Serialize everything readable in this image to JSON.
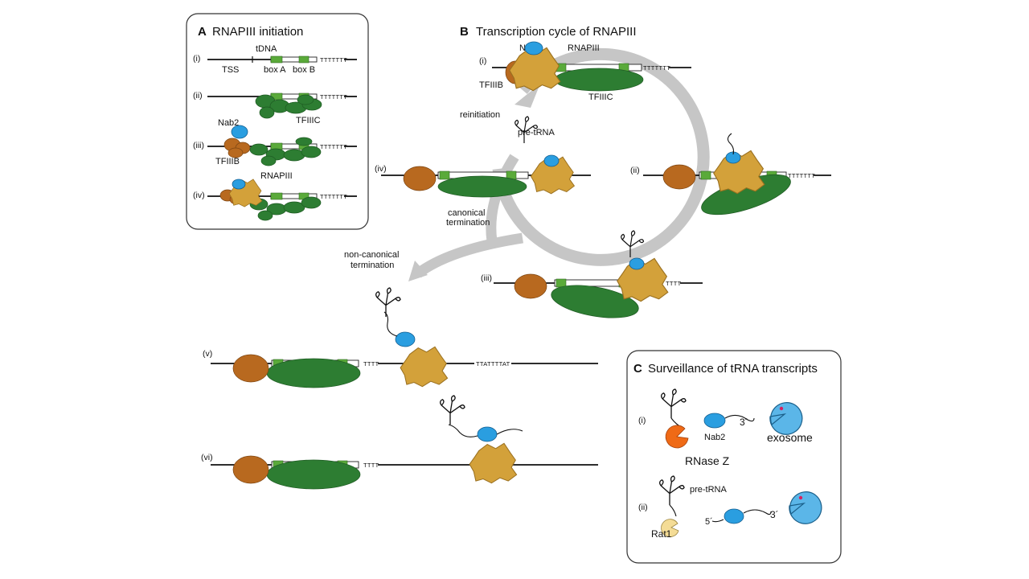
{
  "panel_a": {
    "letter": "A",
    "title": "RNAPIII initiation",
    "rows": [
      "(i)",
      "(ii)",
      "(iii)",
      "(iv)"
    ],
    "labels": {
      "tdna": "tDNA",
      "tss": "TSS",
      "box_a": "box A",
      "box_b": "box B",
      "tfiiic": "TFIIIC",
      "nab2": "Nab2",
      "tfiiib": "TFIIIB",
      "rnapiii": "RNAPIII"
    },
    "terminator": "TTTTTTT"
  },
  "panel_b": {
    "letter": "B",
    "title": "Transcription cycle of RNAPIII",
    "rows": [
      "(i)",
      "(ii)",
      "(iii)",
      "(iv)",
      "(v)",
      "(vi)"
    ],
    "labels": {
      "nab2": "Nab2",
      "rnapiii": "RNAPIII",
      "tfiiib": "TFIIIB",
      "tfiiic": "TFIIIC",
      "reinitiation": "reinitiation",
      "pre_trna": "pre-tRNA",
      "canonical_1": "canonical",
      "canonical_2": "termination",
      "noncanonical_1": "non-canonical",
      "noncanonical_2": "termination"
    },
    "terminators": {
      "t7": "TTTTTTT",
      "t4": "TTTT",
      "readthrough": "TTATTTTAT"
    }
  },
  "panel_c": {
    "letter": "C",
    "title": "Surveillance of tRNA transcripts",
    "rows": [
      "(i)",
      "(ii)"
    ],
    "labels": {
      "three_prime": "3´",
      "five_prime": "5´",
      "nab2": "Nab2",
      "exosome": "exosome",
      "rnase_z": "RNase Z",
      "pre_trna": "pre-tRNA",
      "rat1": "Rat1"
    }
  },
  "colors": {
    "tfiiic": "#2d7d32",
    "tfiiib": "#b8691f",
    "nab2": "#2a9ee0",
    "rnapiii": "#d3a13a",
    "box": "#5aaa3a",
    "exosome": "#5bb6e8",
    "rnase_z": "#ef6a16",
    "rat1": "#f4dc96",
    "cycle_arrow": "#c6c6c6"
  }
}
